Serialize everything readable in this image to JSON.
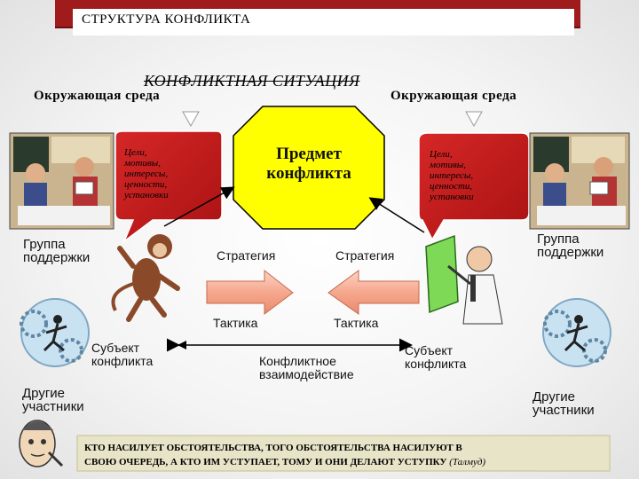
{
  "title": "СТРУКТУРА КОНФЛИКТА",
  "situation": "КОНФЛИКТНАЯ СИТУАЦИЯ",
  "environment": {
    "left": "Окружающая среда",
    "right": "Окружающая среда"
  },
  "subject": {
    "label_line1": "Предмет",
    "label_line2": "конфликта"
  },
  "bubble_left": [
    "Цели,",
    "мотивы,",
    "интересы,",
    "ценности,",
    "установки"
  ],
  "bubble_right": [
    "Цели,",
    "мотивы,",
    "интересы,",
    "ценности,",
    "установки"
  ],
  "support_group": {
    "left": [
      "Группа",
      "поддержки"
    ],
    "right": [
      "Группа",
      "поддержки"
    ]
  },
  "strategy": {
    "left": "Стратегия",
    "right": "Стратегия"
  },
  "tactics": {
    "left": "Тактика",
    "right": "Тактика"
  },
  "conflict_subject": {
    "left": [
      "Субъект",
      "конфликта"
    ],
    "right": [
      "Субъект",
      "конфликта"
    ]
  },
  "interaction": [
    "Конфликтное",
    "взаимодействие"
  ],
  "others": {
    "left": [
      "Другие",
      "участники"
    ],
    "right": [
      "Другие",
      "участники"
    ]
  },
  "quote": {
    "line1": "КТО НАСИЛУЕТ ОБСТОЯТЕЛЬСТВА, ТОГО ОБСТОЯТЕЛЬСТВА НАСИЛУЮТ В",
    "line2": "СВОЮ ОЧЕРЕДЬ, А КТО ИМ УСТУПАЕТ, ТОМУ И ОНИ ДЕЛАЮТ УСТУПКУ",
    "source": "(Талмуд)"
  },
  "colors": {
    "title_bar": "#a01c1c",
    "bubble": "#c11a1a",
    "octagon": "#ffff00",
    "arrow": "#f6a88e",
    "board": "#7ed957"
  },
  "icons": [
    "office-meeting-icon",
    "monkey-icon",
    "lecturer-icon",
    "gears-running-man-icon",
    "thinking-man-icon"
  ]
}
